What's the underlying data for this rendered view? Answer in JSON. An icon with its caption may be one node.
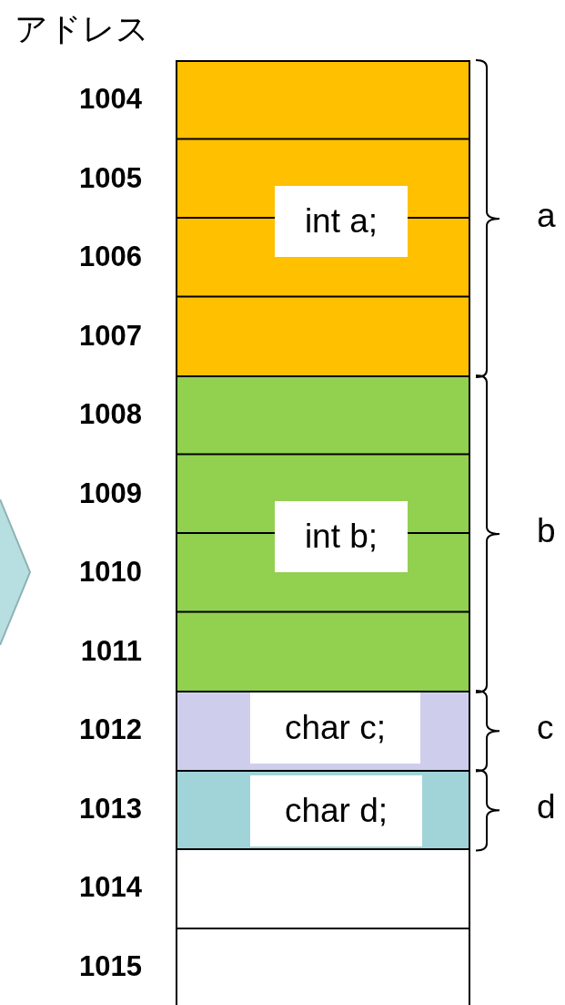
{
  "diagram": {
    "title": "アドレス",
    "nodes": [
      {
        "text": [
          "int a;"
        ],
        "beside": [
          "a"
        ]
      },
      {
        "text": [
          "int b;"
        ],
        "beside": [
          "b"
        ]
      },
      {
        "text": [
          "char c;"
        ],
        "beside": [
          "c"
        ]
      },
      {
        "text": [
          "char d;"
        ],
        "beside": [
          "d"
        ]
      },
      {
        "text": [],
        "shape": "box"
      },
      {
        "text": [],
        "shape": "box"
      }
    ],
    "labels": [
      "1004",
      "1005",
      "1006",
      "1007",
      "1008",
      "1009",
      "1010",
      "1011",
      "1012",
      "1013",
      "1014",
      "1015"
    ]
  }
}
